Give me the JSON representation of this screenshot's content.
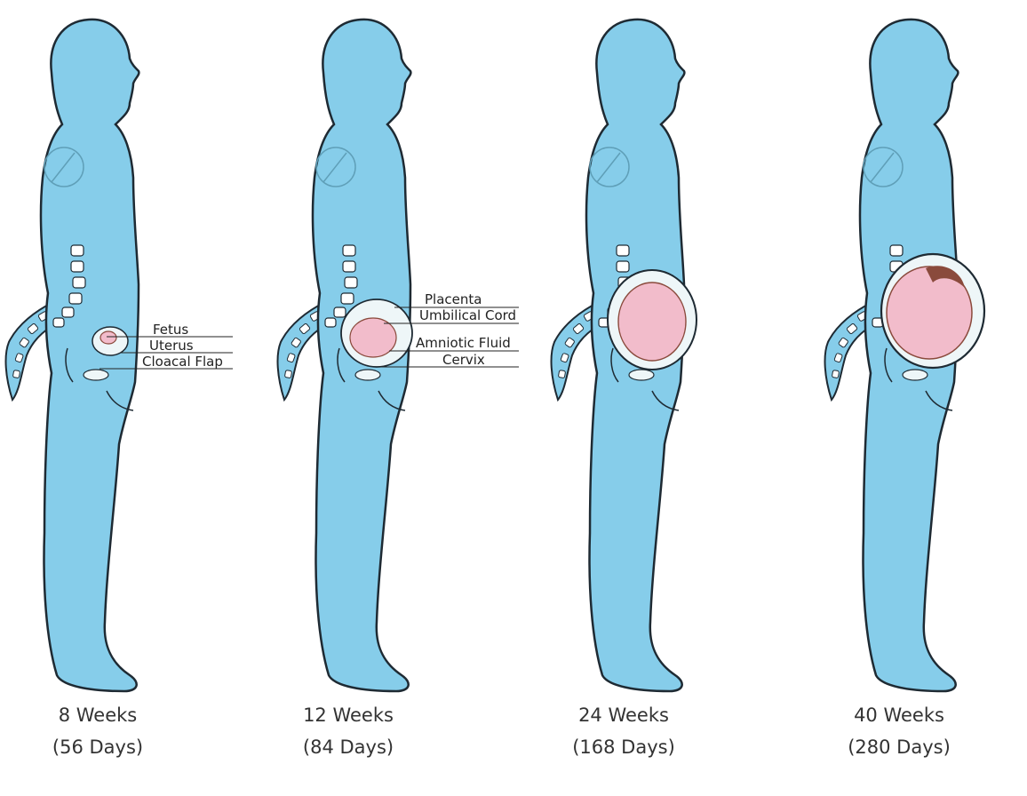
{
  "colors": {
    "body": "#86cdea",
    "outline": "#1e2a33",
    "spine": "#ffffff",
    "uterus_wall": "#eef6f8",
    "fetus": "#f2bccb",
    "fetus_dark": "#8a4a3c",
    "leader": "#222222"
  },
  "stages": [
    {
      "weeks": "8 Weeks",
      "days": "(56 Days)",
      "size": 1
    },
    {
      "weeks": "12 Weeks",
      "days": "(84 Days)",
      "size": 2
    },
    {
      "weeks": "24 Weeks",
      "days": "(168 Days)",
      "size": 3
    },
    {
      "weeks": "40 Weeks",
      "days": "(280 Days)",
      "size": 4
    }
  ],
  "labels": {
    "fetus": "Fetus",
    "uterus": "Uterus",
    "cloacal_flap": "Cloacal Flap",
    "placenta": "Placenta",
    "umbilical_cord": "Umbilical Cord",
    "amniotic_fluid": "Amniotic Fluid",
    "cervix": "Cervix"
  }
}
